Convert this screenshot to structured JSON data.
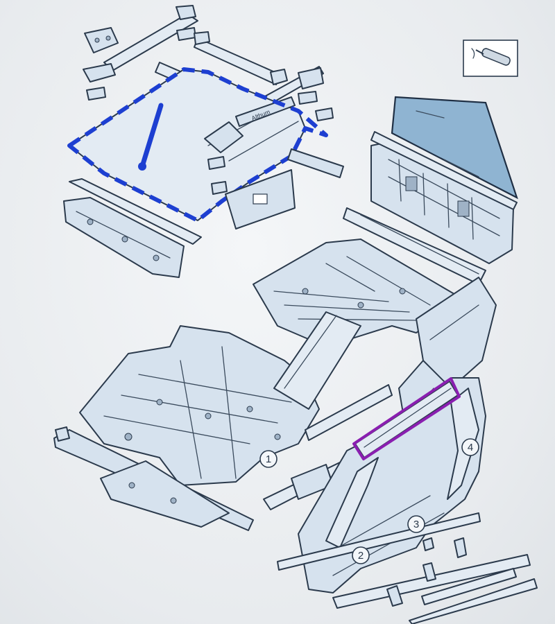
{
  "diagram": {
    "callouts": [
      {
        "id": "1",
        "label": "1"
      },
      {
        "id": "2",
        "label": "2"
      },
      {
        "id": "3",
        "label": "3"
      },
      {
        "id": "4",
        "label": "4"
      }
    ],
    "roof_text": "Althum",
    "highlight_colors": {
      "roof_panel": "#1d3fd1",
      "roof_side_rail": "#8a1fb0"
    },
    "legend_icon": "adhesive-tube-icon"
  }
}
